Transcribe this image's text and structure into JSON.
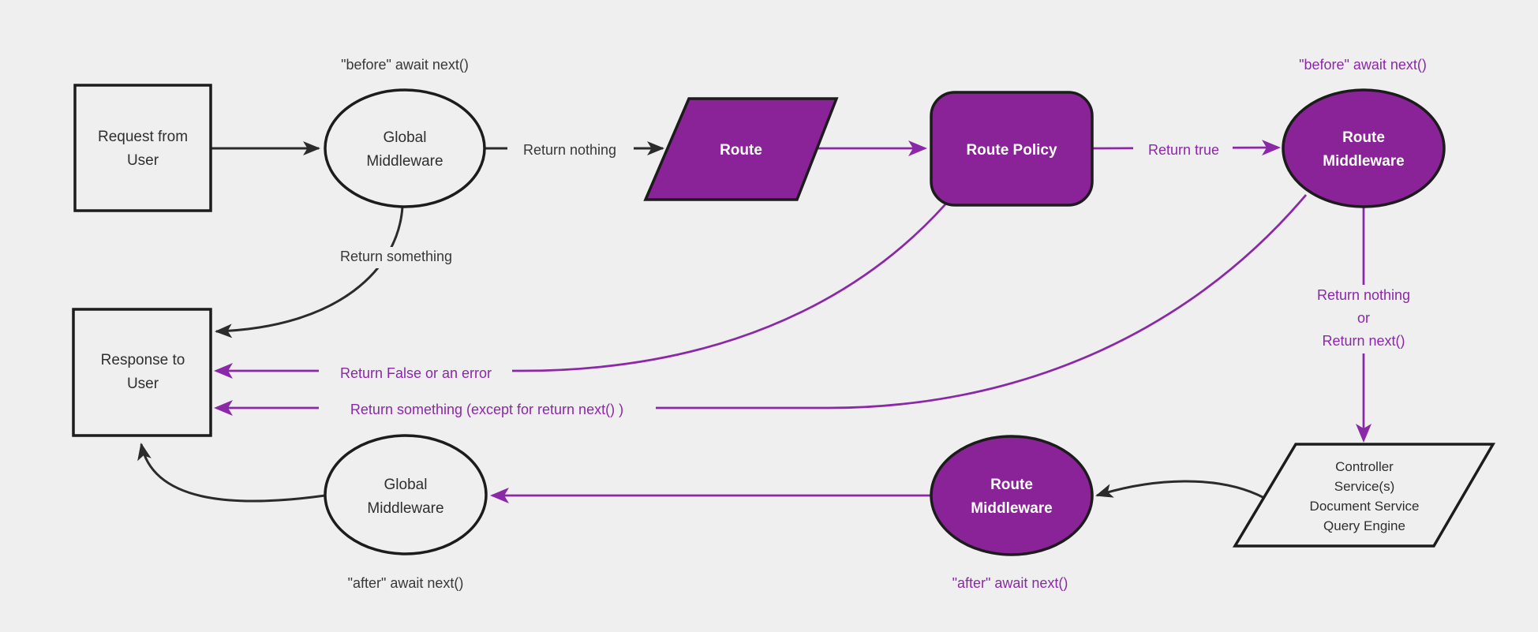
{
  "colors": {
    "background": "#efefef",
    "node_purple_fill": "#8a2397",
    "purple_accent": "#8b28a8",
    "edge_dark": "#2b2b2b",
    "node_border": "#1c1c1c",
    "text_dark": "#2f2f2f",
    "text_white": "#ffffff"
  },
  "nodes": {
    "request": {
      "lines": [
        "Request from",
        "User"
      ]
    },
    "global_middleware_top": {
      "lines": [
        "Global",
        "Middleware"
      ]
    },
    "route": {
      "label": "Route"
    },
    "route_policy": {
      "label": "Route Policy"
    },
    "route_middleware_top": {
      "lines": [
        "Route",
        "Middleware"
      ]
    },
    "controller_services": {
      "lines": [
        "Controller",
        "Service(s)",
        "Document Service",
        "Query Engine"
      ]
    },
    "route_middleware_bottom": {
      "lines": [
        "Route",
        "Middleware"
      ]
    },
    "global_middleware_bottom": {
      "lines": [
        "Global",
        "Middleware"
      ]
    },
    "response": {
      "lines": [
        "Response to",
        "User"
      ]
    }
  },
  "edge_labels": {
    "before_global": "\"before\" await next()",
    "return_nothing": "Return nothing",
    "return_something": "Return something",
    "before_route": "\"before\" await next()",
    "return_true": "Return true",
    "return_nothing_or_next": [
      "Return nothing",
      "or",
      "Return next()"
    ],
    "return_false_or_error": "Return False or an error",
    "return_something_except": "Return something (except for return next() )",
    "after_route": "\"after\" await next()",
    "after_global": "\"after\" await next()"
  }
}
